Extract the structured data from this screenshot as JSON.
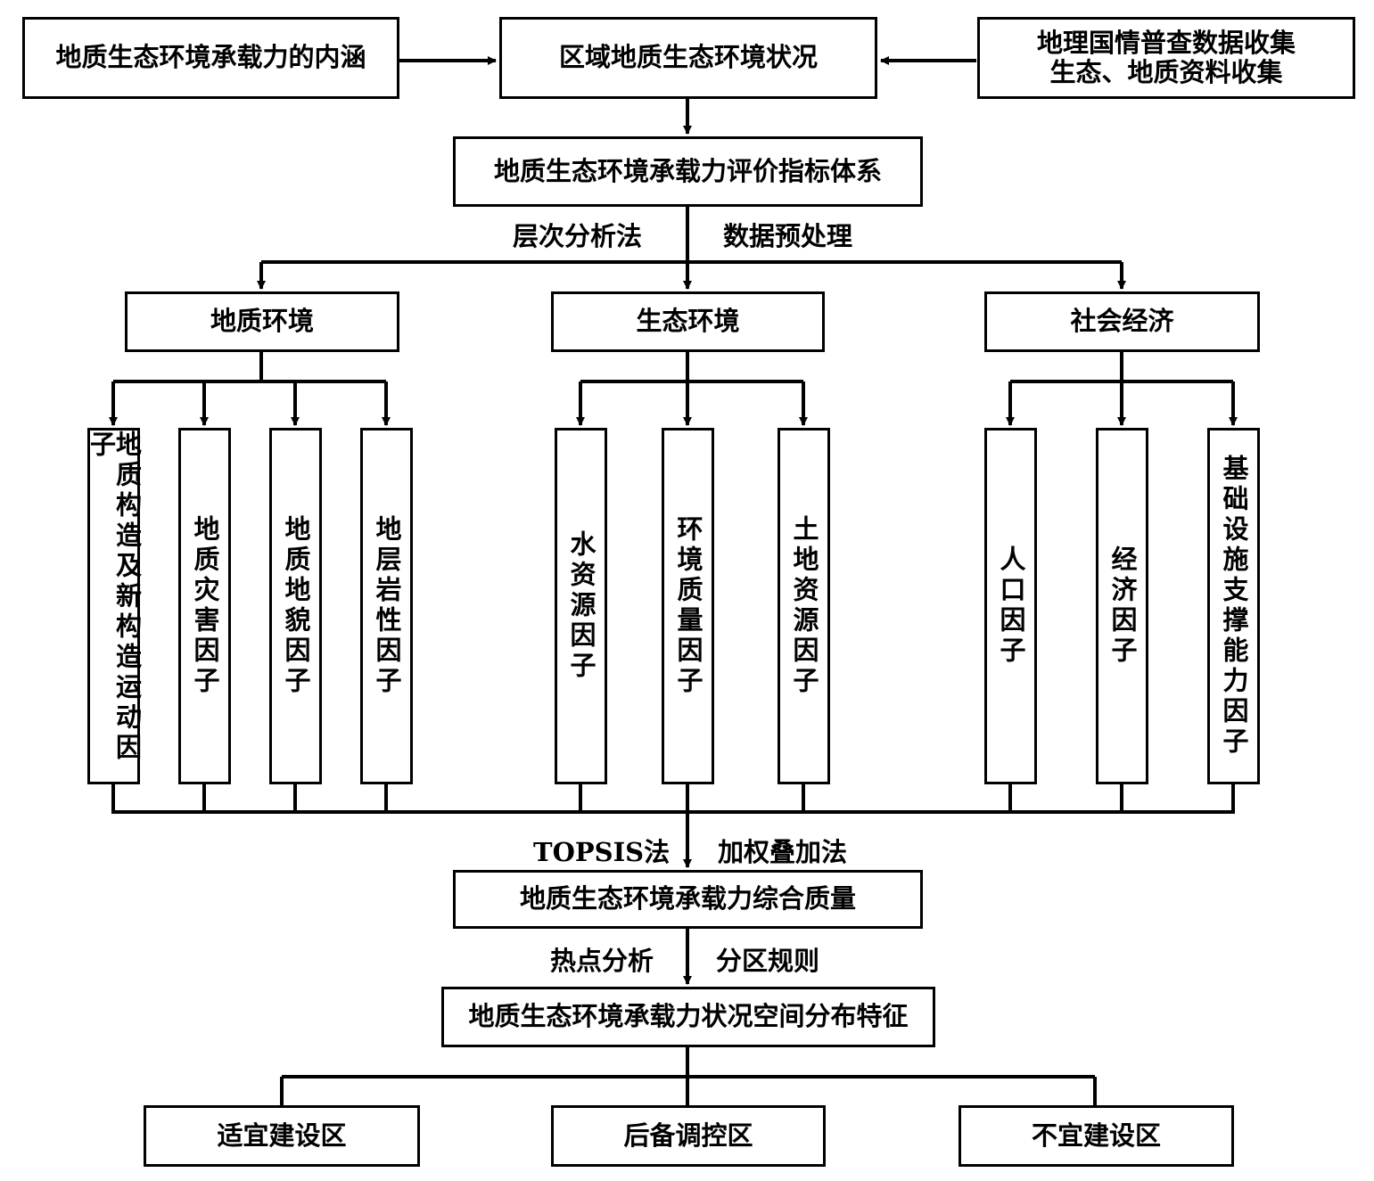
{
  "top": {
    "connotation": "地质生态环境承载力的内涵",
    "regional_status": "区域地质生态环境状况",
    "data_collection_line1": "地理国情普查数据收集",
    "data_collection_line2": "生态、地质资料收集"
  },
  "index_system": "地质生态环境承载力评价指标体系",
  "methods_1": {
    "left": "层次分析法",
    "right": "数据预处理"
  },
  "categories": {
    "geology": "地质环境",
    "ecology": "生态环境",
    "social": "社会经济"
  },
  "factors": {
    "f1": "地质构造及新构造运动因子",
    "f2": "地质灾害因子",
    "f3": "地质地貌因子",
    "f4": "地层岩性因子",
    "f5": "水资源因子",
    "f6": "环境质量因子",
    "f7": "土地资源因子",
    "f8": "人口因子",
    "f9": "经济因子",
    "f10": "基础设施支撑能力因子"
  },
  "methods_2": {
    "left": "TOPSIS法",
    "right": "加权叠加法"
  },
  "comprehensive_quality": "地质生态环境承载力综合质量",
  "methods_3": {
    "left": "热点分析",
    "right": "分区规则"
  },
  "spatial_distribution": "地质生态环境承载力状况空间分布特征",
  "zones": {
    "suitable": "适宜建设区",
    "reserve": "后备调控区",
    "unsuitable": "不宜建设区"
  }
}
